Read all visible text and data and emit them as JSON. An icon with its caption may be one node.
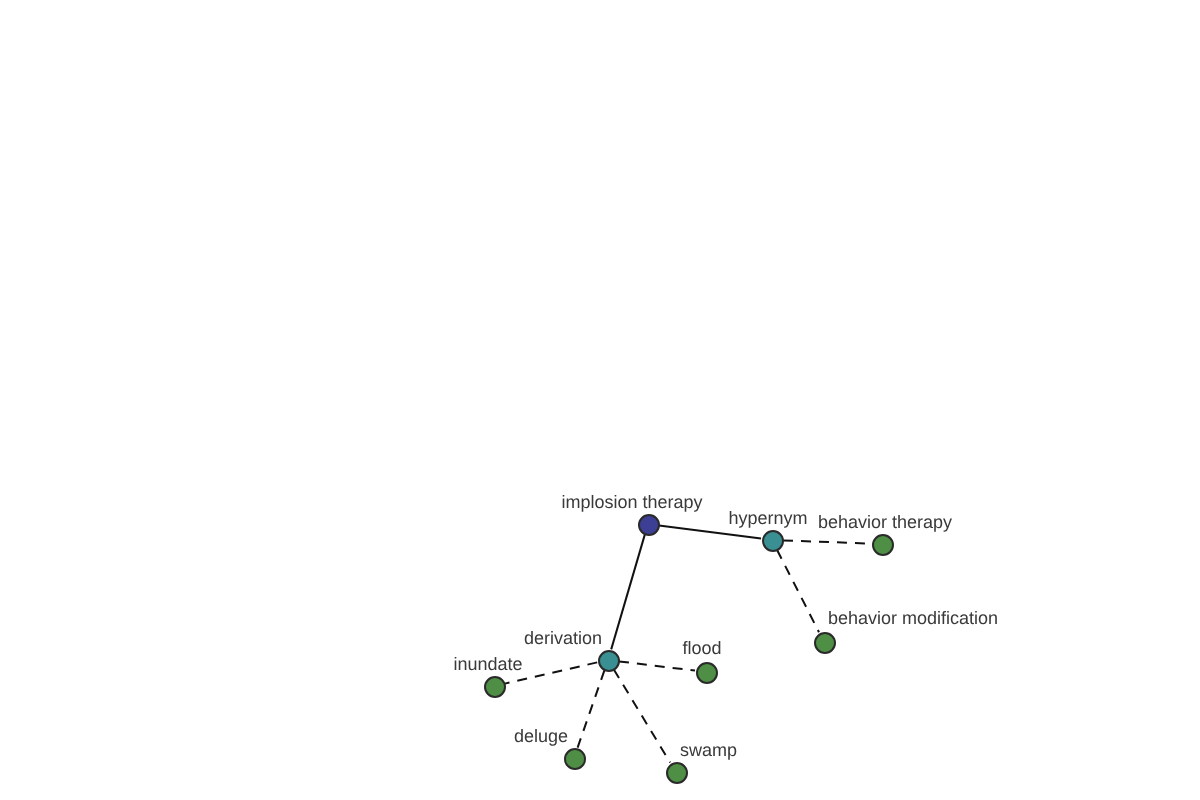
{
  "diagram": {
    "nodes": [
      {
        "text": [
          "implosion therapy"
        ]
      },
      {
        "text": [
          "hypernym"
        ]
      },
      {
        "text": [
          "behavior therapy"
        ]
      },
      {
        "text": [
          "behavior modification"
        ]
      },
      {
        "text": [
          "derivation"
        ]
      },
      {
        "text": [
          "inundate"
        ]
      },
      {
        "text": [
          "flood"
        ]
      },
      {
        "text": [
          "deluge"
        ]
      },
      {
        "text": [
          "swamp"
        ]
      }
    ],
    "edges": [
      {
        "from": 0,
        "to": 1,
        "arrow": "none"
      },
      {
        "from": 0,
        "to": 4,
        "arrow": "none"
      },
      {
        "from": 1,
        "to": 2,
        "arrow": "none",
        "style": "dashed"
      },
      {
        "from": 1,
        "to": 3,
        "arrow": "none",
        "style": "dashed"
      },
      {
        "from": 4,
        "to": 5,
        "arrow": "none",
        "style": "dashed"
      },
      {
        "from": 4,
        "to": 6,
        "arrow": "none",
        "style": "dashed"
      },
      {
        "from": 4,
        "to": 7,
        "arrow": "none",
        "style": "dashed"
      },
      {
        "from": 4,
        "to": 8,
        "arrow": "none",
        "style": "dashed"
      }
    ]
  }
}
